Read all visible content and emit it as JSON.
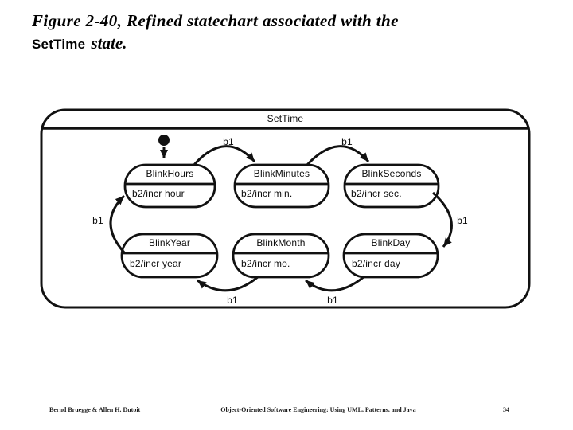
{
  "slide": {
    "title_line1": "Figure 2-40, Refined statechart associated with the",
    "title_line2_settime": "SetTime",
    "title_line2_rest": " state."
  },
  "statechart": {
    "composite_title": "SetTime",
    "states": [
      {
        "name": "BlinkHours",
        "internal_transition": "b2/incr hour"
      },
      {
        "name": "BlinkMinutes",
        "internal_transition": "b2/incr min."
      },
      {
        "name": "BlinkSeconds",
        "internal_transition": "b2/incr sec."
      },
      {
        "name": "BlinkYear",
        "internal_transition": "b2/incr year"
      },
      {
        "name": "BlinkMonth",
        "internal_transition": "b2/incr mo."
      },
      {
        "name": "BlinkDay",
        "internal_transition": "b2/incr day"
      }
    ],
    "transitions": [
      {
        "from": "BlinkHours",
        "to": "BlinkMinutes",
        "label": "b1"
      },
      {
        "from": "BlinkMinutes",
        "to": "BlinkSeconds",
        "label": "b1"
      },
      {
        "from": "BlinkSeconds",
        "to": "BlinkDay",
        "label": "b1"
      },
      {
        "from": "BlinkDay",
        "to": "BlinkMonth",
        "label": "b1"
      },
      {
        "from": "BlinkMonth",
        "to": "BlinkYear",
        "label": "b1"
      },
      {
        "from": "BlinkYear",
        "to": "BlinkHours",
        "label": "b1"
      }
    ],
    "initial_transition_target": "BlinkHours"
  },
  "footer": {
    "authors": "Bernd Bruegge & Allen H. Dutoit",
    "book_title": "Object-Oriented Software Engineering: Using UML, Patterns, and Java",
    "page_number": "34"
  },
  "colors": {
    "ink": "#111111",
    "background": "#ffffff"
  }
}
